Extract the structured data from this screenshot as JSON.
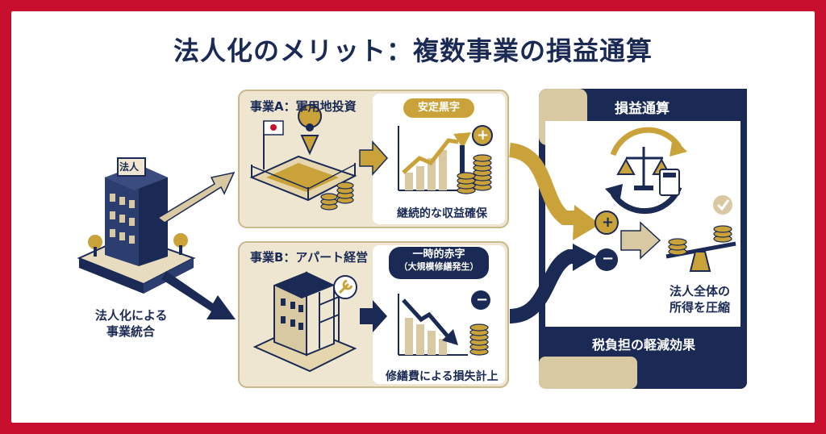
{
  "title": "法人化のメリット：複数事業の損益通算",
  "left_label": [
    "法人化による",
    "事業統合"
  ],
  "building_sign": "法人",
  "business_a": {
    "title": "事業A：軍用地投資",
    "badge": "安定黒字",
    "caption": "継続的な収益確保",
    "sign": "+"
  },
  "business_b": {
    "title": "事業B：アパート経営",
    "badge_line1": "一時的赤字",
    "badge_line2": "（大規模修繕発生）",
    "caption": "修繕費による損失計上",
    "sign": "−"
  },
  "right_panel": {
    "title": "損益通算",
    "plus": "+",
    "minus": "−",
    "result": [
      "法人全体の",
      "所得を圧縮"
    ],
    "footer": "税負担の軽減効果"
  },
  "colors": {
    "navy": "#1b2a55",
    "gold": "#c9a23a",
    "beige": "#efe6d2",
    "red_border": "#c8102e"
  }
}
